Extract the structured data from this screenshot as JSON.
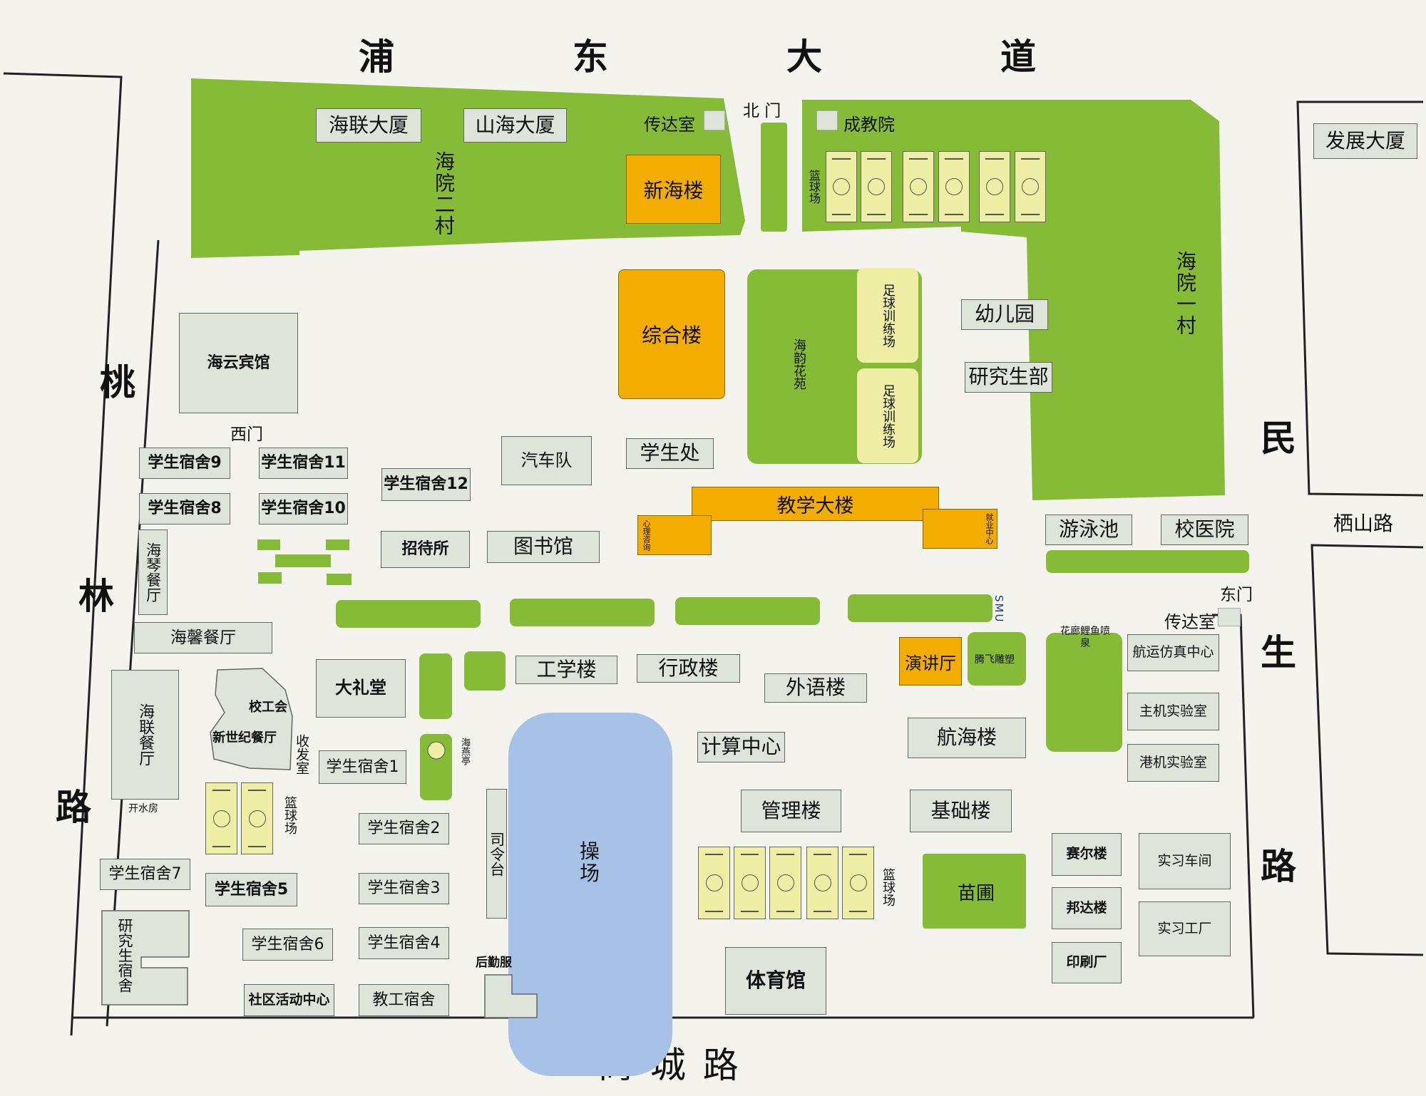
{
  "roads": {
    "pudong": [
      "浦",
      "东",
      "大",
      "道"
    ],
    "taolin": [
      "桃",
      "林",
      "路"
    ],
    "minsheng": [
      "民",
      "生",
      "路"
    ],
    "shangcheng": "商 城 路",
    "qishan": "栖山路"
  },
  "gates": {
    "north": "北 门",
    "west": "西门",
    "east": "东门"
  },
  "buildings": {
    "hailian_dasha": "海联大厦",
    "shanhai_dasha": "山海大厦",
    "haiyuan_ercun": "海院二村",
    "chuandashi_n": "传达室",
    "xinhailou": "新海楼",
    "chengjiaoyuan": "成教院",
    "fazhan_dasha": "发展大厦",
    "haiyuan_yicun": "海院一村",
    "youeryuan": "幼儿园",
    "yanjiushengbu": "研究生部",
    "zongheloudata": "综合楼",
    "haiyun_huayuan": "海韵花苑",
    "zuqiu1": "足球训练场",
    "zuqiu2": "足球训练场",
    "lanqiuchang": "篮球场",
    "haiyun_binguan": "海云宾馆",
    "susheng9": "学生宿舍9",
    "susheng11": "学生宿舍11",
    "susheng12": "学生宿舍12",
    "susheng8": "学生宿舍8",
    "susheng10": "学生宿舍10",
    "qichedui": "汽车队",
    "xueshengchu": "学生处",
    "jiaoxue_dalou": "教学大楼",
    "xinli_zixun": "心理咨询",
    "jiuye_zhongxin": "就业中心",
    "youyongchi": "游泳池",
    "xiaoyiyuan": "校医院",
    "haiqin_canting": "海琴餐厅",
    "zhaodaisuo": "招待所",
    "tushuguan": "图书馆",
    "haixin_canting": "海馨餐厅",
    "smu": "SMU",
    "chuandashi_e": "传达室",
    "hualang": "花廊鲤鱼喷泉",
    "hangyun_fangzhen": "航运仿真中心",
    "yanjiangting": "演讲厅",
    "tengfei_diaosu": "腾飞雕塑",
    "gongxuelou": "工学楼",
    "xingzhenglou": "行政楼",
    "waiyulou": "外语楼",
    "zhuji_shiyanshi": "主机实验室",
    "gangji_shiyanshi": "港机实验室",
    "dalitang": "大礼堂",
    "xiaogonghui": "校工会",
    "xinshiji_canting": "新世纪餐厅",
    "shoufashi": "收发室",
    "haiyanting": "海燕亭",
    "jisuan_zhongxin": "计算中心",
    "hanghailou": "航海楼",
    "hailian_canting": "海联餐厅",
    "kaishuifang": "开水房",
    "susheng1": "学生宿舍1",
    "caochang": "操场",
    "guanlilou": "管理楼",
    "jichulou": "基础楼",
    "susheng2": "学生宿舍2",
    "silingtai": "司令台",
    "saierlou": "赛尔楼",
    "shixi_chejian": "实习车间",
    "susheng7": "学生宿舍7",
    "susheng5": "学生宿舍5",
    "susheng3": "学生宿舍3",
    "miaopu": "苗圃",
    "bangdalou": "邦达楼",
    "shixi_gongchang": "实习工厂",
    "yjs_sushe": "研究生宿舍",
    "susheng6": "学生宿舍6",
    "susheng4": "学生宿舍4",
    "houqin": "后勤服",
    "yinshuachang": "印刷厂",
    "shequ": "社区活动中心",
    "jiaogong_sushe": "教工宿舍",
    "tiyuguan": "体育馆"
  },
  "colors": {
    "green": "#85bb37",
    "orange": "#f2ad00",
    "building": "#dfe4da",
    "court": "#eeeea4",
    "field": "#a8c1e6"
  }
}
